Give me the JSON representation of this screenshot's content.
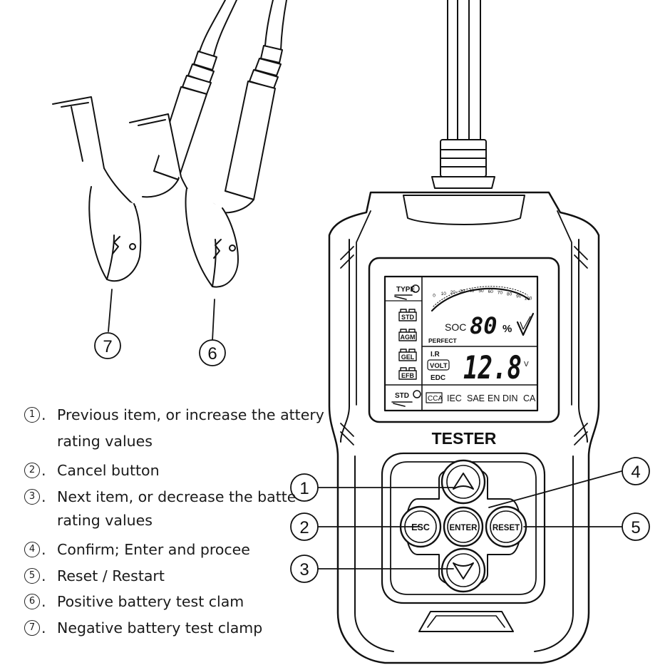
{
  "device": {
    "brand_label": "TESTER",
    "lcd": {
      "type_label": "TYPE",
      "battery_types": [
        "STD",
        "AGM",
        "GEL",
        "EFB"
      ],
      "std_footer": "STD",
      "soc_label": "SOC",
      "soc_value": "80",
      "soc_unit": "%",
      "status": "PERFECT",
      "ir_label": "I.R",
      "volt_label": "VOLT",
      "edc_label": "EDC",
      "volt_value": "12.8",
      "volt_unit": "V",
      "standards": [
        "CCA",
        "IEC",
        "SAE",
        "EN",
        "DIN",
        "CA"
      ],
      "scale_ticks": [
        "0",
        "10",
        "20",
        "30",
        "40",
        "50",
        "60",
        "70",
        "80",
        "90",
        "100"
      ]
    },
    "buttons": {
      "esc": "ESC",
      "enter": "ENTER",
      "reset": "RESET"
    }
  },
  "callouts": {
    "up": "1",
    "esc": "2",
    "down": "3",
    "enter": "4",
    "reset": "5",
    "positive_clamp": "6",
    "negative_clamp": "7"
  },
  "legend": [
    {
      "num": "1",
      "text": "Previous item, or increase the attery",
      "cont": "rating values"
    },
    {
      "num": "2",
      "text": "Cancel button"
    },
    {
      "num": "3",
      "text": "Next item, or decrease the batte",
      "cont": "rating values"
    },
    {
      "num": "4",
      "text": "Confirm; Enter and procee"
    },
    {
      "num": "5",
      "text": "Reset / Restart"
    },
    {
      "num": "6",
      "text": "Positive battery test clam"
    },
    {
      "num": "7",
      "text": "Negative battery test clamp"
    }
  ]
}
